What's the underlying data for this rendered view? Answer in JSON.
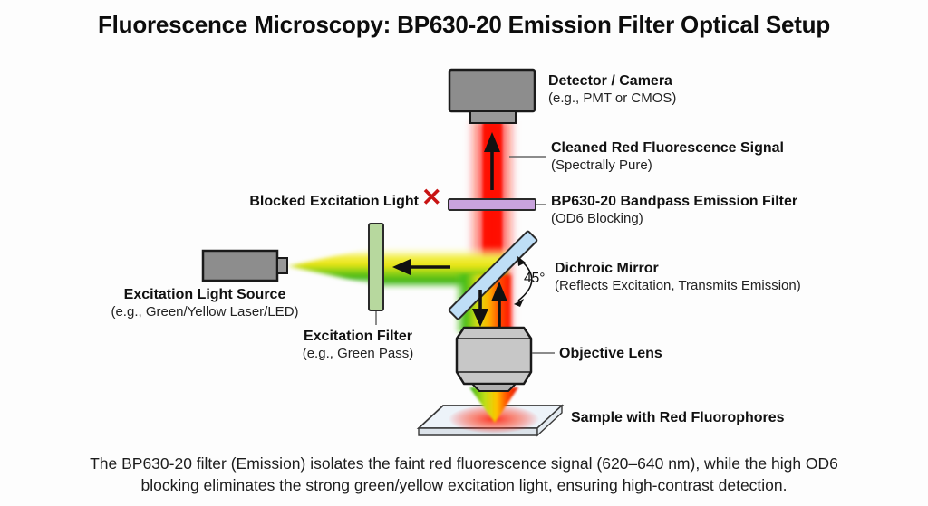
{
  "title": "Fluorescence Microscopy: BP630-20 Emission Filter Optical Setup",
  "labels": {
    "detector": {
      "title": "Detector / Camera",
      "subtitle": "(e.g., PMT or CMOS)"
    },
    "cleaned_signal": {
      "title": "Cleaned Red Fluorescence Signal",
      "subtitle": "(Spectrally Pure)"
    },
    "blocked_excitation": {
      "title": "Blocked Excitation Light"
    },
    "emission_filter": {
      "title": "BP630-20 Bandpass Emission Filter",
      "subtitle": "(OD6 Blocking)"
    },
    "dichroic": {
      "title": "Dichroic Mirror",
      "subtitle": "(Reflects Excitation, Transmits Emission)",
      "angle": "45°"
    },
    "excitation_source": {
      "title": "Excitation Light Source",
      "subtitle": "(e.g., Green/Yellow Laser/LED)"
    },
    "excitation_filter": {
      "title": "Excitation Filter",
      "subtitle": "(e.g., Green Pass)"
    },
    "objective": {
      "title": "Objective Lens"
    },
    "sample": {
      "title": "Sample with Red Fluorophores"
    }
  },
  "icons": {
    "blocked_x": "✕"
  },
  "caption": {
    "line1": "The BP630-20 filter (Emission) isolates the faint red fluorescence signal (620–640 nm), while the high OD6",
    "line2": "blocking eliminates the strong green/yellow excitation light, ensuring high-contrast detection."
  },
  "colors": {
    "emission_red": "#ff1200",
    "excitation_green": "#3eb512",
    "excitation_yellow": "#e9e414",
    "emission_filter_purple": "#c9a3dd",
    "dichroic_blue": "#bedef6",
    "hardware_gray": "#8d8d8d",
    "blocked_x_red": "#c81414"
  }
}
